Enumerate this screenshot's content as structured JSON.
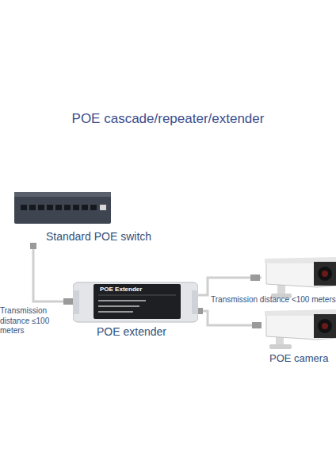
{
  "diagram": {
    "title": "POE cascade/repeater/extender",
    "nodes": [
      {
        "text": [
          "Standard POE switch"
        ]
      },
      {
        "text": [
          "POE Extender",
          "POE extender"
        ]
      },
      {
        "text": [
          "POE camera"
        ]
      }
    ],
    "edges": [
      {
        "from": 0,
        "to": 1,
        "arrow": "none",
        "label": "Transmission distance ≤100 meters"
      },
      {
        "from": 1,
        "to": 2,
        "arrow": "none",
        "label": "Transmission distance <100 meters"
      }
    ]
  }
}
